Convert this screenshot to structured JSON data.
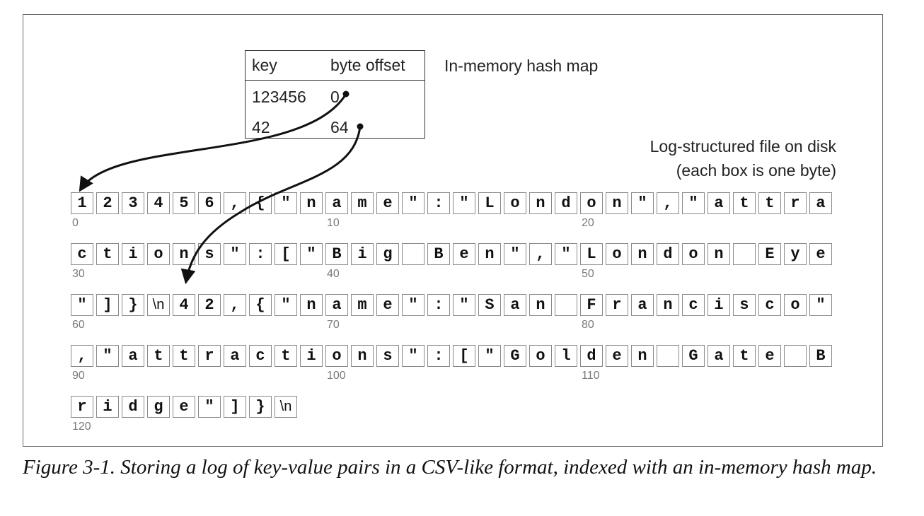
{
  "hash_map": {
    "title": "In-memory hash map",
    "col_key": "key",
    "col_offset": "byte offset",
    "rows": [
      {
        "key": "123456",
        "offset": "0"
      },
      {
        "key": "42",
        "offset": "64"
      }
    ]
  },
  "log_file": {
    "label_line1": "Log-structured file on disk",
    "label_line2": "(each box is one byte)",
    "rows": [
      {
        "offset": "0",
        "bytes": [
          "1",
          "2",
          "3",
          "4",
          "5",
          "6",
          ",",
          "{",
          "\"",
          "n",
          "a",
          "m",
          "e",
          "\"",
          ":",
          "\"",
          "L",
          "o",
          "n",
          "d",
          "o",
          "n",
          "\"",
          ",",
          "\"",
          "a",
          "t",
          "t",
          "r",
          "a"
        ]
      },
      {
        "offset": "30",
        "bytes": [
          "c",
          "t",
          "i",
          "o",
          "n",
          "s",
          "\"",
          ":",
          "[",
          "\"",
          "B",
          "i",
          "g",
          " ",
          "B",
          "e",
          "n",
          "\"",
          ",",
          "\"",
          "L",
          "o",
          "n",
          "d",
          "o",
          "n",
          " ",
          "E",
          "y",
          "e"
        ]
      },
      {
        "offset": "60",
        "bytes": [
          "\"",
          "]",
          "}",
          "\\n",
          "4",
          "2",
          ",",
          "{",
          "\"",
          "n",
          "a",
          "m",
          "e",
          "\"",
          ":",
          "\"",
          "S",
          "a",
          "n",
          " ",
          "F",
          "r",
          "a",
          "n",
          "c",
          "i",
          "s",
          "c",
          "o",
          "\""
        ]
      },
      {
        "offset": "90",
        "bytes": [
          ",",
          "\"",
          "a",
          "t",
          "t",
          "r",
          "a",
          "c",
          "t",
          "i",
          "o",
          "n",
          "s",
          "\"",
          ":",
          "[",
          "\"",
          "G",
          "o",
          "l",
          "d",
          "e",
          "n",
          " ",
          "G",
          "a",
          "t",
          "e",
          " ",
          "B"
        ]
      },
      {
        "offset": "120",
        "bytes": [
          "r",
          "i",
          "d",
          "g",
          "e",
          "\"",
          "]",
          "}",
          "\\n"
        ]
      }
    ],
    "mid_row_offsets": [
      "10",
      "20"
    ]
  },
  "caption": "Figure 3-1. Storing a log of key-value pairs in a CSV-like format, indexed with an in-memory hash map."
}
